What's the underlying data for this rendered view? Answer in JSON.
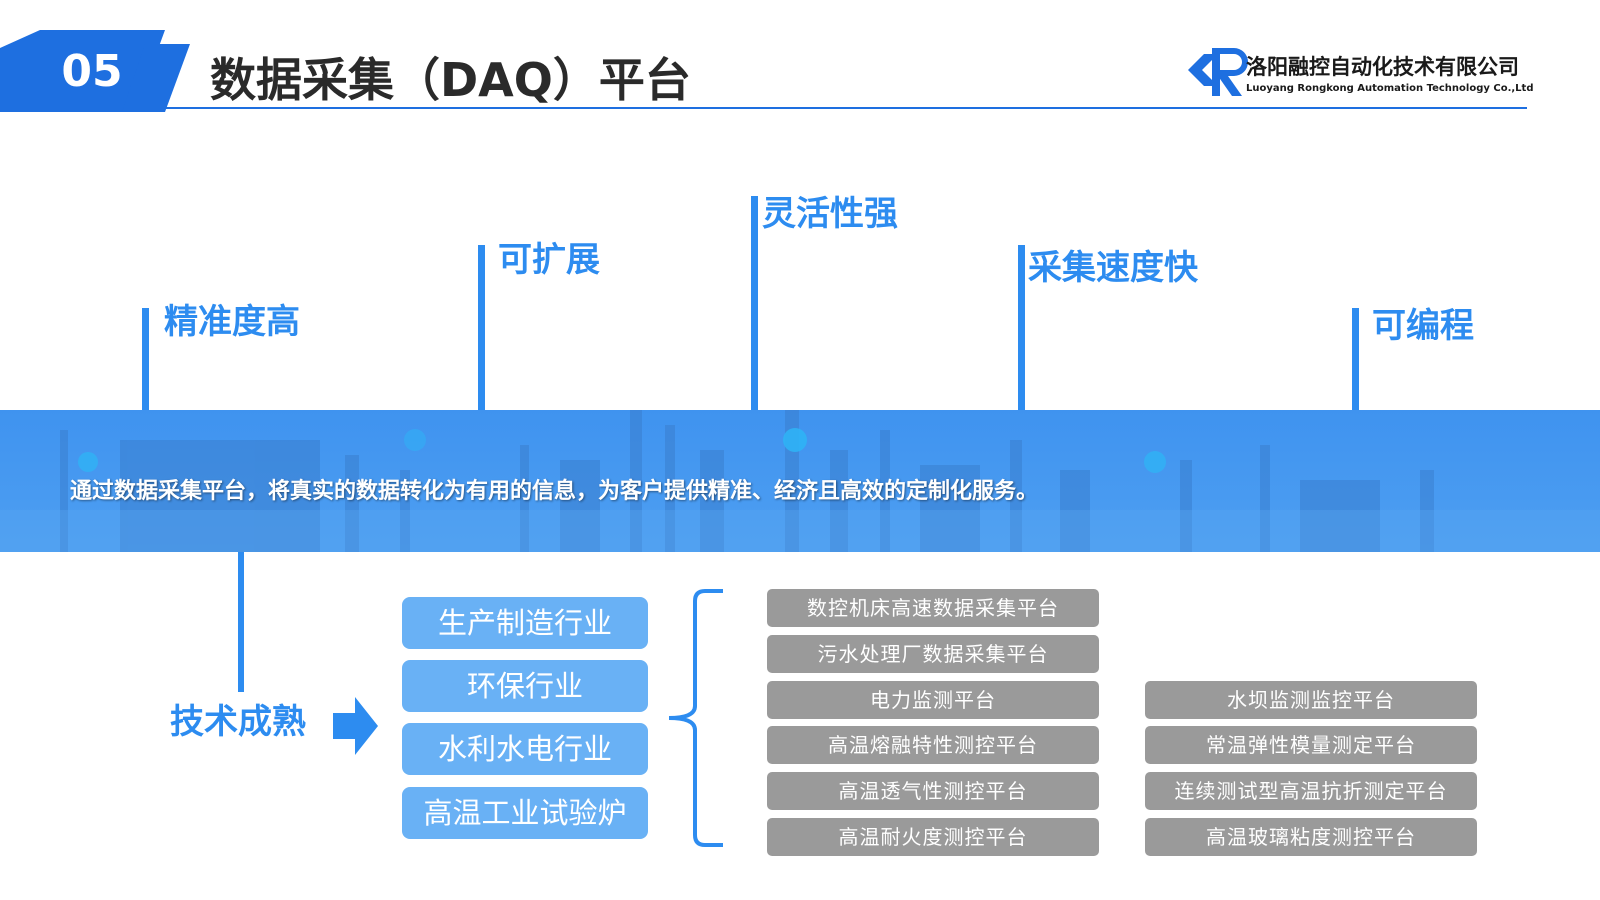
{
  "header": {
    "number": "05",
    "title": "数据采集（DAQ）平台"
  },
  "logo": {
    "name_cn": "洛阳融控自动化技术有限公司",
    "name_en": "Luoyang Rongkong Automation Technology Co.,Ltd"
  },
  "colors": {
    "accent": "#2d8cf0",
    "brand_blue": "#1e6fe0",
    "industry_box": "#69b1f5",
    "platform_box": "#9a9a9a"
  },
  "features": [
    {
      "label": "精准度高"
    },
    {
      "label": "可扩展"
    },
    {
      "label": "灵活性强"
    },
    {
      "label": "采集速度快"
    },
    {
      "label": "可编程"
    }
  ],
  "banner": {
    "text": "通过数据采集平台，将真实的数据转化为有用的信息，为客户提供精准、经济且高效的定制化服务。"
  },
  "maturity": {
    "label": "技术成熟"
  },
  "industries": [
    {
      "label": "生产制造行业"
    },
    {
      "label": "环保行业"
    },
    {
      "label": "水利水电行业"
    },
    {
      "label": "高温工业试验炉"
    }
  ],
  "platforms_left": [
    {
      "label": "数控机床高速数据采集平台"
    },
    {
      "label": "污水处理厂数据采集平台"
    },
    {
      "label": "电力监测平台"
    },
    {
      "label": "高温熔融特性测控平台"
    },
    {
      "label": "高温透气性测控平台"
    },
    {
      "label": "高温耐火度测控平台"
    }
  ],
  "platforms_right": [
    {
      "label": "水坝监测监控平台"
    },
    {
      "label": "常温弹性模量测定平台"
    },
    {
      "label": "连续测试型高温抗折测定平台"
    },
    {
      "label": "高温玻璃粘度测控平台"
    }
  ]
}
